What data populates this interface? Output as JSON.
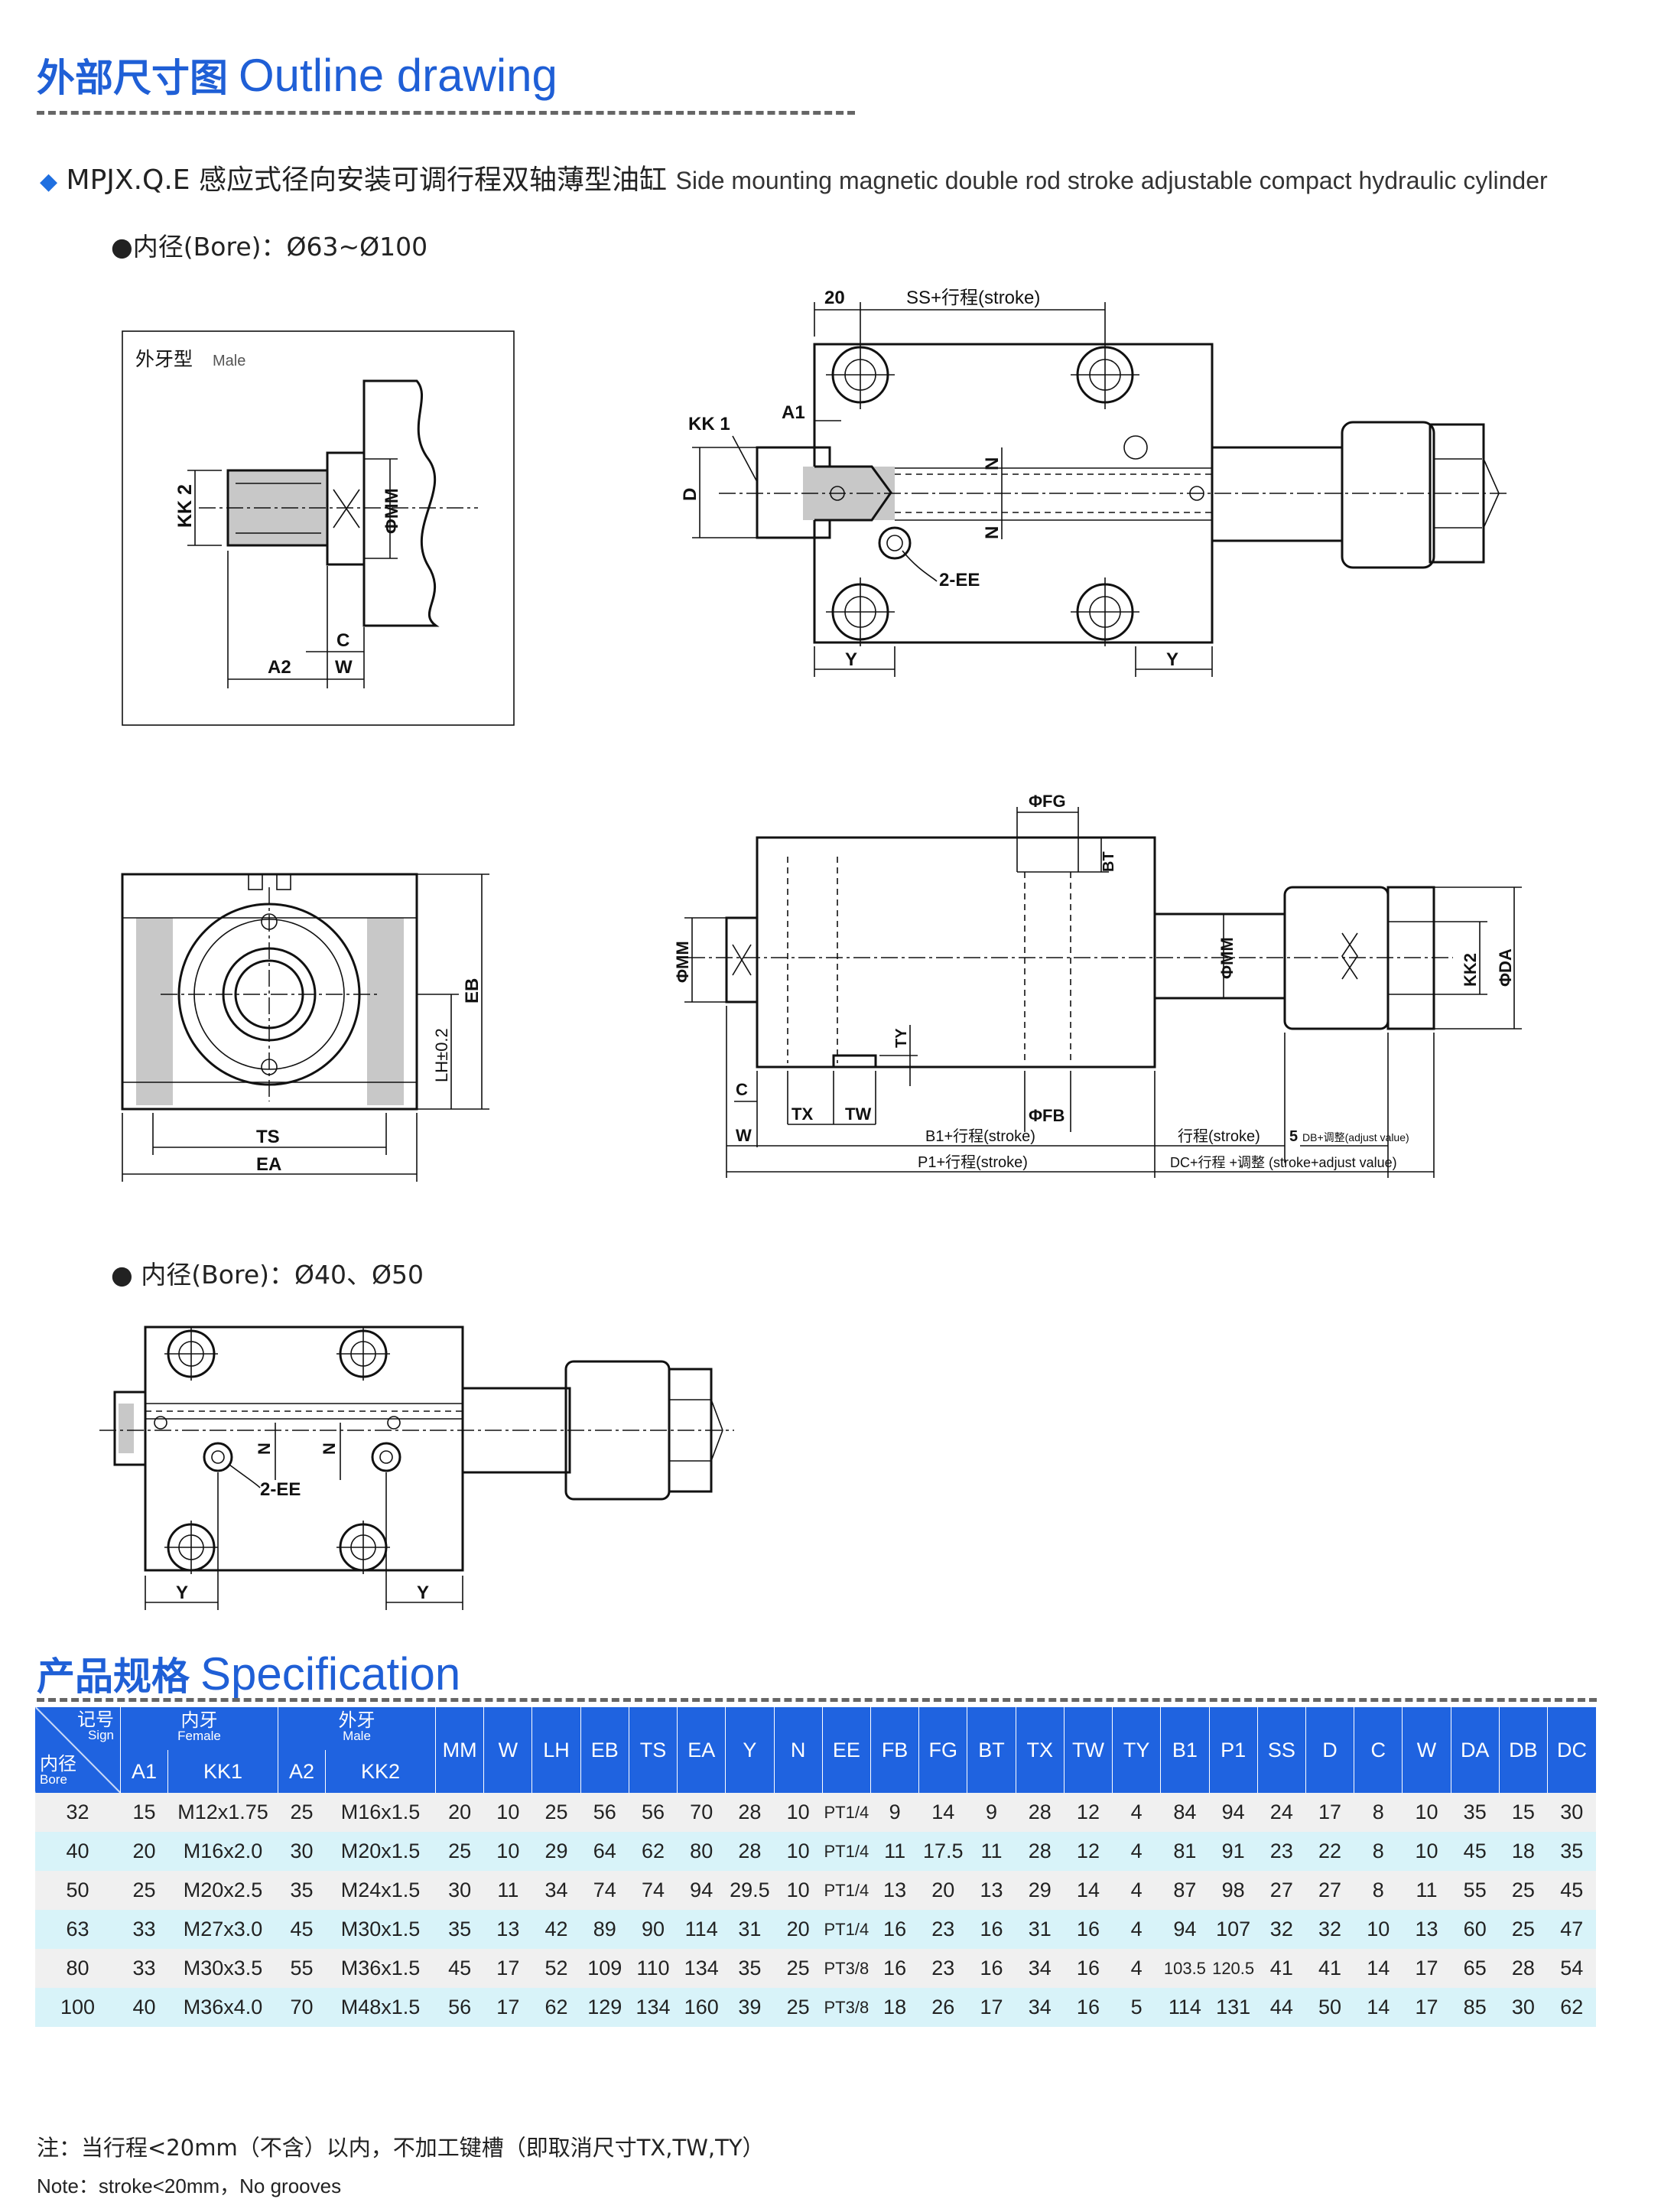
{
  "outline": {
    "title_cn": "外部尺寸图",
    "title_en": "Outline drawing",
    "model_line_code": "MPJX.Q.E",
    "model_line_cn": "感应式径向安装可调行程双轴薄型油缸",
    "model_line_en": "Side mounting magnetic double rod stroke adjustable compact hydraulic cylinder",
    "bore_large": "内径(Bore)：Ø63~Ø100",
    "bore_small": "内径(Bore)：Ø40、Ø50",
    "male_box_label_cn": "外牙型",
    "male_box_label_en": "Male",
    "labels": {
      "kk2": "KK 2",
      "mm": "ΦMM",
      "c": "C",
      "a2": "A2",
      "w": "W",
      "twenty": "20",
      "ss_stroke": "SS+行程(stroke)",
      "kk1": "KK 1",
      "a1": "A1",
      "d": "D",
      "n": "N",
      "ee": "2-EE",
      "y": "Y",
      "fg": "ΦFG",
      "bt": "BT",
      "ty": "TY",
      "fb": "ΦFB",
      "tx": "TX",
      "tw": "TW",
      "kk2b": "KK2",
      "da": "ΦDA",
      "eb": "EB",
      "lh": "LH±0.2",
      "ts": "TS",
      "ea": "EA",
      "b1": "B1+行程(stroke)",
      "p1": "P1+行程(stroke)",
      "stroke": "行程(stroke)",
      "five": "5",
      "db": "DB+调整(adjust value)",
      "dc": "DC+行程 +调整 (stroke+adjust value)"
    }
  },
  "spec": {
    "title_cn": "产品规格",
    "title_en": "Specification",
    "sign_cn": "记号",
    "sign_en": "Sign",
    "bore_cn": "内径",
    "bore_en": "Bore",
    "female_cn": "内牙",
    "female_en": "Female",
    "male_cn": "外牙",
    "male_en": "Male",
    "sub_headers": [
      "A1",
      "KK1",
      "A2",
      "KK2"
    ],
    "headers": [
      "MM",
      "W",
      "LH",
      "EB",
      "TS",
      "EA",
      "Y",
      "N",
      "EE",
      "FB",
      "FG",
      "BT",
      "TX",
      "TW",
      "TY",
      "B1",
      "P1",
      "SS",
      "D",
      "C",
      "W",
      "DA",
      "DB",
      "DC"
    ],
    "rows": [
      [
        "32",
        "15",
        "M12x1.75",
        "25",
        "M16x1.5",
        "20",
        "10",
        "25",
        "56",
        "56",
        "70",
        "28",
        "10",
        "PT1/4",
        "9",
        "14",
        "9",
        "28",
        "12",
        "4",
        "84",
        "94",
        "24",
        "17",
        "8",
        "10",
        "35",
        "15",
        "30"
      ],
      [
        "40",
        "20",
        "M16x2.0",
        "30",
        "M20x1.5",
        "25",
        "10",
        "29",
        "64",
        "62",
        "80",
        "28",
        "10",
        "PT1/4",
        "11",
        "17.5",
        "11",
        "28",
        "12",
        "4",
        "81",
        "91",
        "23",
        "22",
        "8",
        "10",
        "45",
        "18",
        "35"
      ],
      [
        "50",
        "25",
        "M20x2.5",
        "35",
        "M24x1.5",
        "30",
        "11",
        "34",
        "74",
        "74",
        "94",
        "29.5",
        "10",
        "PT1/4",
        "13",
        "20",
        "13",
        "29",
        "14",
        "4",
        "87",
        "98",
        "27",
        "27",
        "8",
        "11",
        "55",
        "25",
        "45"
      ],
      [
        "63",
        "33",
        "M27x3.0",
        "45",
        "M30x1.5",
        "35",
        "13",
        "42",
        "89",
        "90",
        "114",
        "31",
        "20",
        "PT1/4",
        "16",
        "23",
        "16",
        "31",
        "16",
        "4",
        "94",
        "107",
        "32",
        "32",
        "10",
        "13",
        "60",
        "25",
        "47"
      ],
      [
        "80",
        "33",
        "M30x3.5",
        "55",
        "M36x1.5",
        "45",
        "17",
        "52",
        "109",
        "110",
        "134",
        "35",
        "25",
        "PT3/8",
        "16",
        "23",
        "16",
        "34",
        "16",
        "4",
        "103.5",
        "120.5",
        "41",
        "41",
        "14",
        "17",
        "65",
        "28",
        "54"
      ],
      [
        "100",
        "40",
        "M36x4.0",
        "70",
        "M48x1.5",
        "56",
        "17",
        "62",
        "129",
        "134",
        "160",
        "39",
        "25",
        "PT3/8",
        "18",
        "26",
        "17",
        "34",
        "16",
        "5",
        "114",
        "131",
        "44",
        "50",
        "14",
        "17",
        "85",
        "30",
        "62"
      ]
    ]
  },
  "notes": {
    "cn": "注：当行程<20mm（不含）以内，不加工键槽（即取消尺寸TX,TW,TY）",
    "en": "Note：stroke<20mm，No grooves"
  },
  "colors": {
    "accent": "#1f63e0",
    "row_a": "#f0f0f0",
    "row_b": "#d8f3f9"
  }
}
